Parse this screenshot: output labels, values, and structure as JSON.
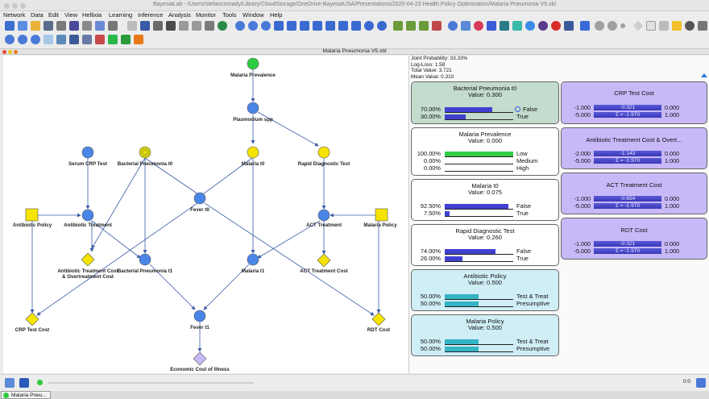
{
  "window": {
    "title": "BayesiaLab - /Users/stefanconrady/Library/CloudStorage/OneDrive-BayesiaUSA/Presentations/2020-04-23 Health Policy Optimization/Malaria Pneumonia V5.xbl"
  },
  "menu": [
    "Network",
    "Data",
    "Edit",
    "View",
    "Hellixia",
    "Learning",
    "Inference",
    "Analysis",
    "Monitor",
    "Tools",
    "Window",
    "Help"
  ],
  "document": {
    "title": "Malaria Pneumonia V5.xbl"
  },
  "stats": {
    "joint_probability": "Joint Probability: 33.33%",
    "log_loss": "Log-Loss: 1.58",
    "total_value": "Total Value: 3.721",
    "mean_value": "Mean Value: 0.310"
  },
  "nodes": {
    "malaria_prevalence": "Malaria Prevalence",
    "plasmodium_spp": "Plasmodium spp",
    "serum_crp_test": "Serum CRP Test",
    "bacterial_pneumonia_t0": "Bacterial Pneumonia t0",
    "malaria_t0": "Malaria t0",
    "rapid_diagnostic_test": "Rapid Diagnostic Test",
    "fever_t0": "Fever t0",
    "antibiotic_policy": "Antibiotic Policy",
    "antibiotic_treatment": "Antibiotic Treatment",
    "act_treatment": "ACT Treatment",
    "malaria_policy": "Malaria Policy",
    "abx_cost": "Antibiotic Treatment Cost & Overtreatment Cost",
    "bacterial_pneumonia_t1": "Bacterial Pneumonia t1",
    "malaria_t1": "Malaria t1",
    "act_treatment_cost": "ACT Treatment Cost",
    "crp_test_cost": "CRP Test Cost",
    "fever_t1": "Fever t1",
    "rdt_cost": "RDT Cost",
    "economic_cost": "Economic Cost of Illness"
  },
  "monitors": {
    "bp": {
      "title": "Bacterial Pneumonia t0",
      "value": "Value: 0.300",
      "rows": [
        {
          "pct": "70.00%",
          "state": "False",
          "p": 0.7
        },
        {
          "pct": "30.00%",
          "state": "True",
          "p": 0.3
        }
      ]
    },
    "mp": {
      "title": "Malaria Prevalence",
      "value": "Value: 0.000",
      "rows": [
        {
          "pct": "100.00%",
          "state": "Low",
          "p": 1.0
        },
        {
          "pct": "0.00%",
          "state": "Medium",
          "p": 0.0
        },
        {
          "pct": "0.00%",
          "state": "High",
          "p": 0.0
        }
      ]
    },
    "mt": {
      "title": "Malaria t0",
      "value": "Value: 0.075",
      "rows": [
        {
          "pct": "92.50%",
          "state": "False",
          "p": 0.925
        },
        {
          "pct": "7.50%",
          "state": "True",
          "p": 0.075
        }
      ]
    },
    "rdt": {
      "title": "Rapid Diagnostic Test",
      "value": "Value: 0.260",
      "rows": [
        {
          "pct": "74.00%",
          "state": "False",
          "p": 0.74
        },
        {
          "pct": "26.00%",
          "state": "True",
          "p": 0.26
        }
      ]
    },
    "ap": {
      "title": "Antibiotic Policy",
      "value": "Value: 0.500",
      "rows": [
        {
          "pct": "50.00%",
          "state": "Test & Treat",
          "p": 0.5
        },
        {
          "pct": "50.00%",
          "state": "Presumptive",
          "p": 0.5
        }
      ]
    },
    "malp": {
      "title": "Malaria Policy",
      "value": "Value: 0.500",
      "rows": [
        {
          "pct": "50.00%",
          "state": "Test & Treat",
          "p": 0.5
        },
        {
          "pct": "50.00%",
          "state": "Presumptive",
          "p": 0.5
        }
      ]
    }
  },
  "utilities": {
    "crp": {
      "title": "CRP Test Cost",
      "rows": [
        {
          "k": "-1.000",
          "box": "-0.321",
          "v": "0.000"
        },
        {
          "k": "-5.000",
          "box": "Σ = -1.970",
          "v": "1.000"
        }
      ]
    },
    "abx": {
      "title": "Antibiotic Treatment Cost & Overt...",
      "rows": [
        {
          "k": "-2.000",
          "box": "-1.143",
          "v": "0.000"
        },
        {
          "k": "-5.000",
          "box": "Σ = -1.970",
          "v": "1.000"
        }
      ]
    },
    "act": {
      "title": "ACT Treatment Cost",
      "rows": [
        {
          "k": "-1.000",
          "box": "-0.654",
          "v": "0.000"
        },
        {
          "k": "-5.000",
          "box": "Σ = -1.970",
          "v": "1.000"
        }
      ]
    },
    "rdtc": {
      "title": "RDT Cost",
      "rows": [
        {
          "k": "-1.000",
          "box": "-0.321",
          "v": "0.000"
        },
        {
          "k": "-5.000",
          "box": "Σ = -1.970",
          "v": "1.000"
        }
      ]
    }
  },
  "status": {
    "zoom_label": "0:0"
  },
  "taskbar": {
    "item": "Malaria Pneu..."
  },
  "colors": {
    "node_blue": "#4a86e8",
    "node_yellow": "#f5e400",
    "node_green": "#2ecc40",
    "utility_purple": "#c8b8f8",
    "monitor_green": "#c3dccd",
    "monitor_blue": "#cfeef6"
  }
}
